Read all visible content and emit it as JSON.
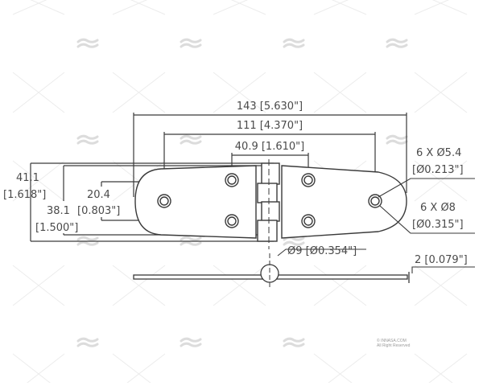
{
  "drawing": {
    "subject": "stainless steel hinge technical drawing",
    "units": "mm [inch]",
    "line_color": "#3a3a3a",
    "text_color": "#4a4a4a",
    "watermark_color": "#e8e8e8"
  },
  "dimensions": {
    "overall_length": "143 [5.630\"]",
    "hole_span_outer": "111 [4.370\"]",
    "hole_span_inner": "40.9 [1.610\"]",
    "overall_height_value": "41.1",
    "overall_height_inch": "[1.618\"]",
    "leaf_height_value": "38.1",
    "leaf_height_inch": "[1.500\"]",
    "hole_row_spacing_value": "20.4",
    "hole_row_spacing_inch": "[0.803\"]",
    "hole_inner_dia_line1": "6 X Ø5.4",
    "hole_inner_dia_line2": "[Ø0.213\"]",
    "hole_outer_dia_line1": "6 X Ø8",
    "hole_outer_dia_line2": "[Ø0.315\"]",
    "pin_diameter": "Ø9 [Ø0.354\"]",
    "thickness": "2 [0.079\"]"
  },
  "watermark": {
    "line1": "© INNASA.COM",
    "line2": "All Right Reserved"
  }
}
